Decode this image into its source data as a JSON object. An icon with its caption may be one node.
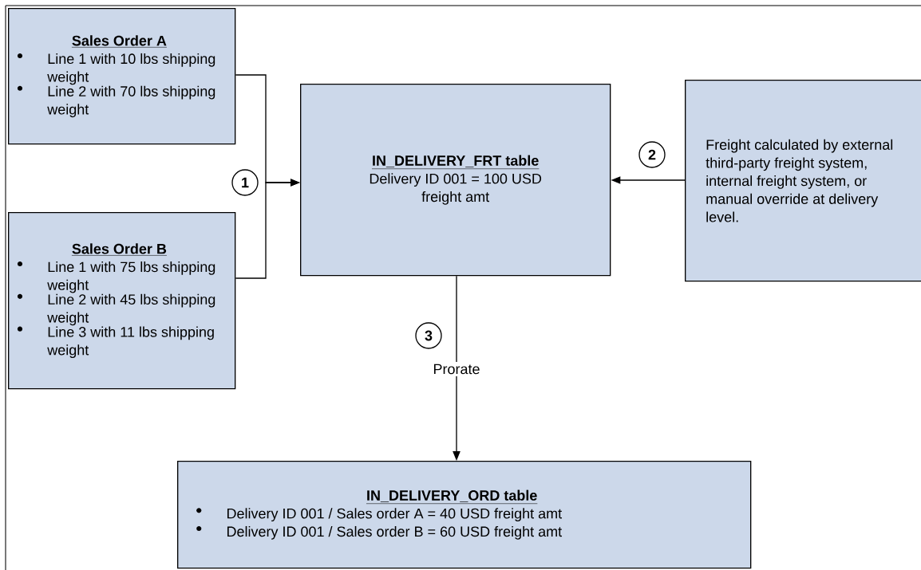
{
  "diagram": {
    "nodes": [
      {
        "text": [
          "Sales Order A",
          "Line 1 with 10 lbs shipping weight",
          "Line 2 with 70 lbs shipping weight"
        ]
      },
      {
        "text": [
          "Sales Order B",
          "Line 1 with 75 lbs shipping weight",
          "Line 2 with 45 lbs shipping weight",
          "Line 3 with 11 lbs shipping weight"
        ]
      },
      {
        "text": [
          "IN_DELIVERY_FRT table",
          "Delivery ID 001 = 100 USD freight amt"
        ]
      },
      {
        "text": [
          "Freight calculated by external third-party freight system, internal freight system, or manual override at delivery level."
        ]
      },
      {
        "text": [
          "IN_DELIVERY_ORD table",
          "Delivery ID 001 / Sales order A = 40 USD freight amt",
          "Delivery ID 001 / Sales order B = 60 USD freight amt"
        ]
      }
    ],
    "edges": [
      {
        "from": 0,
        "to": 2,
        "arrow": "to"
      },
      {
        "from": 1,
        "to": 2,
        "arrow": "to"
      },
      {
        "from": 3,
        "to": 2,
        "arrow": "to"
      },
      {
        "from": 2,
        "to": 4,
        "arrow": "to",
        "label": "Prorate"
      }
    ],
    "labels": [
      "1",
      "2",
      "3"
    ]
  }
}
